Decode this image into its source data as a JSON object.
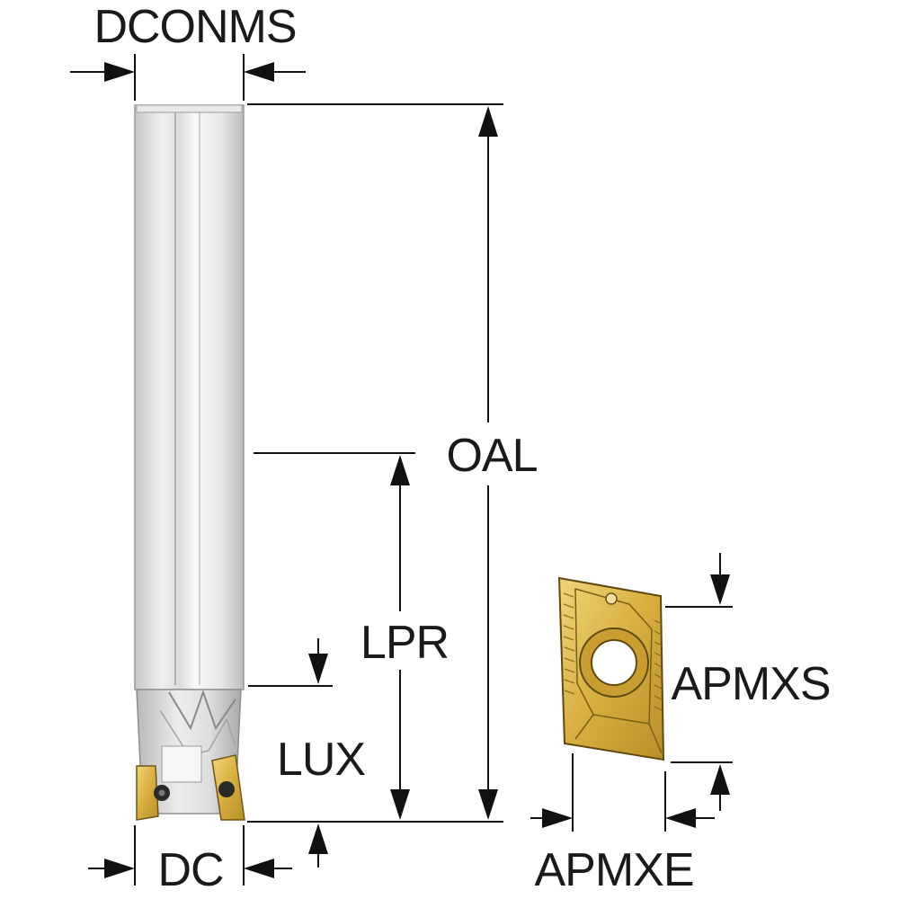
{
  "diagram": {
    "labels": {
      "dconms": "DCONMS",
      "oal": "OAL",
      "lpr": "LPR",
      "lux": "LUX",
      "dc": "DC",
      "apmxs": "APMXS",
      "apmxe": "APMXE"
    },
    "colors": {
      "line": "#111111",
      "shank_light": "#f4f4f4",
      "shank_shade": "#c9c9c9",
      "insert_gold": "#d9b44a",
      "insert_dark": "#8a6d1c"
    }
  }
}
